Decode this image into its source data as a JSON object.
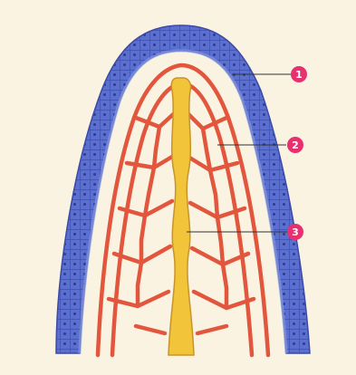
{
  "figure": {
    "callouts": [
      {
        "id": "1",
        "label": "1",
        "target": "epithelium"
      },
      {
        "id": "2",
        "label": "2",
        "target": "capillary-network"
      },
      {
        "id": "3",
        "label": "3",
        "target": "lacteal"
      }
    ],
    "colors": {
      "background": "#fbf3e2",
      "epithelium": "#5b6fd1",
      "epithelium_dark": "#3a4aa6",
      "epithelium_light": "#8d9fe6",
      "capillary": "#e2563d",
      "lacteal": "#f2c43a",
      "lacteal_edge": "#c9932a",
      "callout_marker": "#e8306e"
    }
  }
}
